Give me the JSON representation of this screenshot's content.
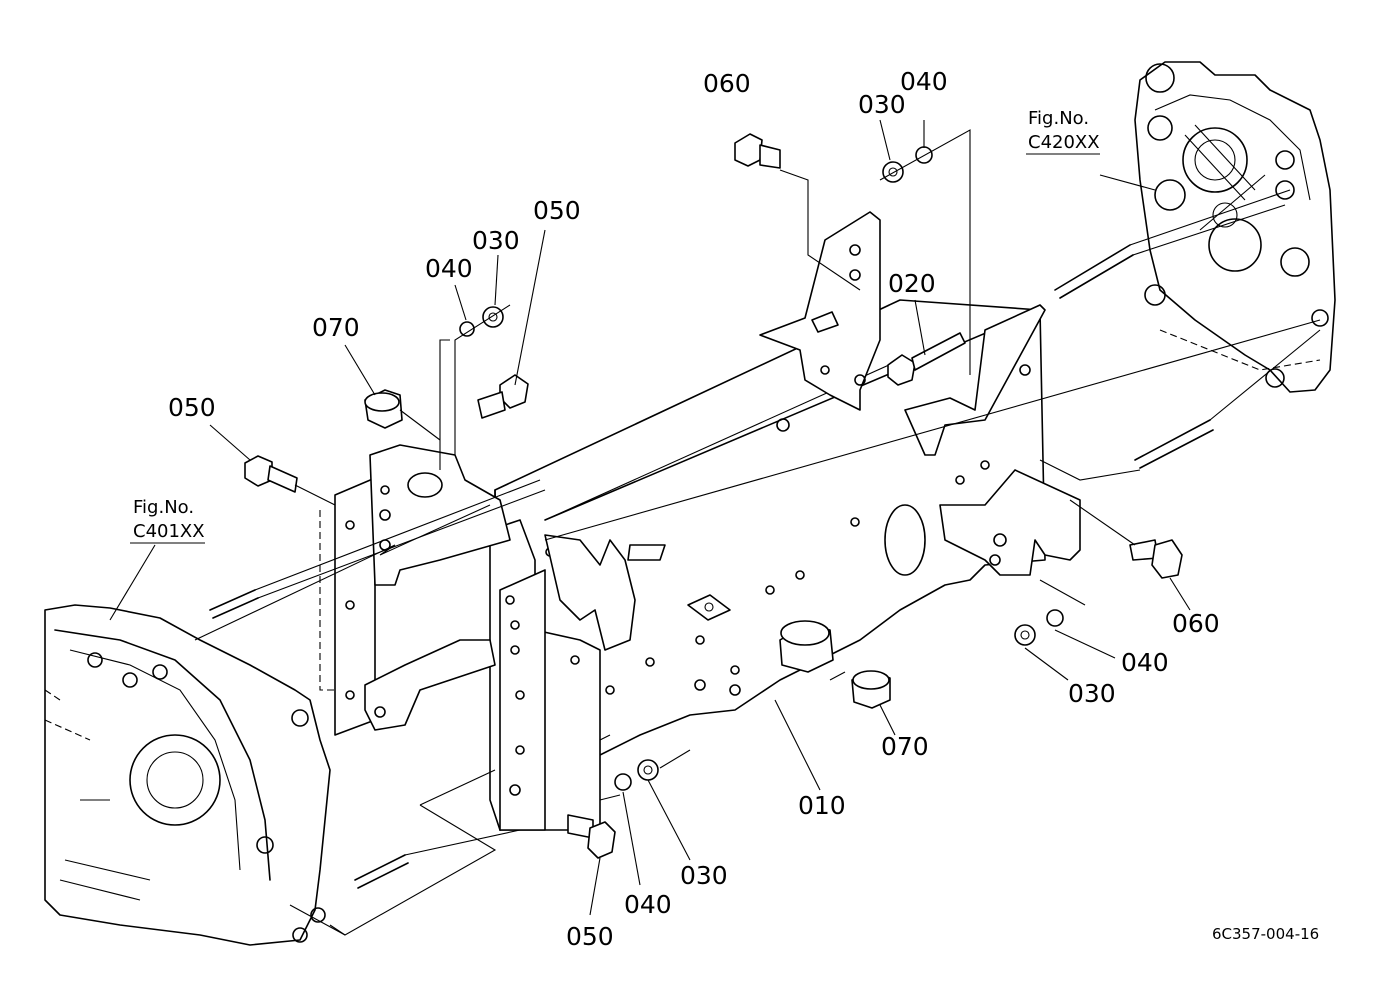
{
  "figure_refs": [
    {
      "line1": "Fig.No.",
      "line2": "C420XX"
    },
    {
      "line1": "Fig.No.",
      "line2": "C401XX"
    }
  ],
  "callouts": [
    {
      "id": "060-top",
      "text": "060"
    },
    {
      "id": "030-top",
      "text": "030"
    },
    {
      "id": "040-top",
      "text": "040"
    },
    {
      "id": "050-mid",
      "text": "050"
    },
    {
      "id": "030-mid",
      "text": "030"
    },
    {
      "id": "040-mid",
      "text": "040"
    },
    {
      "id": "070-left",
      "text": "070"
    },
    {
      "id": "050-left",
      "text": "050"
    },
    {
      "id": "020",
      "text": "020"
    },
    {
      "id": "060-right",
      "text": "060"
    },
    {
      "id": "040-right",
      "text": "040"
    },
    {
      "id": "030-right",
      "text": "030"
    },
    {
      "id": "070-right",
      "text": "070"
    },
    {
      "id": "010",
      "text": "010"
    },
    {
      "id": "030-bottom",
      "text": "030"
    },
    {
      "id": "040-bottom",
      "text": "040"
    },
    {
      "id": "050-bottom",
      "text": "050"
    }
  ],
  "drawing_code": "6C357-004-16"
}
